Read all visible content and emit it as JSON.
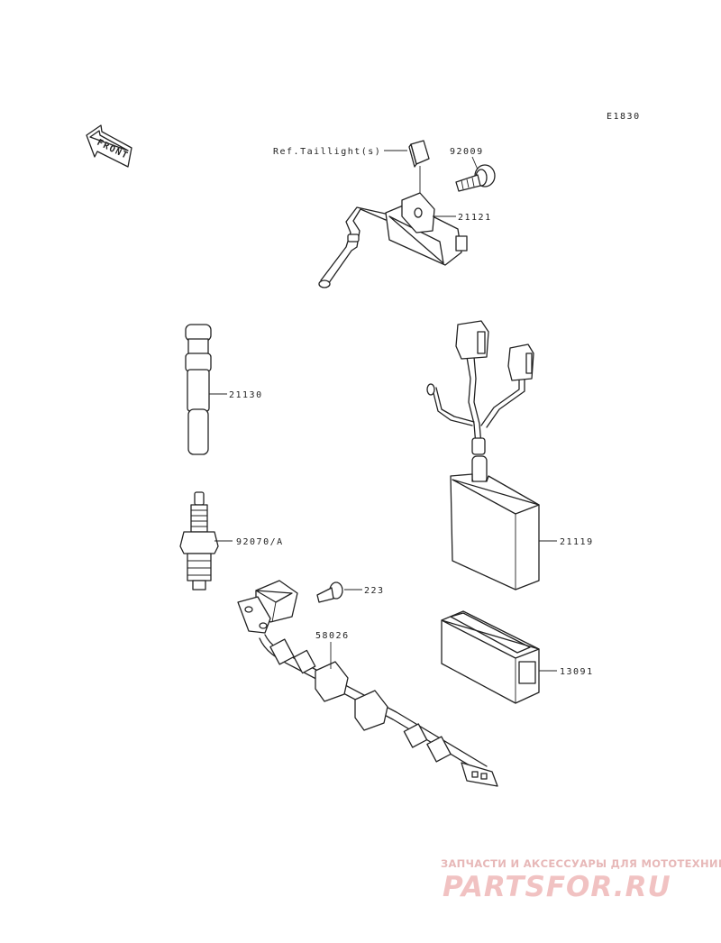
{
  "diagram": {
    "code": "E1830",
    "front_label": "FRONT",
    "ref_label": "Ref.Taillight(s)",
    "parts": [
      {
        "number": "92009"
      },
      {
        "number": "21121"
      },
      {
        "number": "21130"
      },
      {
        "number": "92070/A"
      },
      {
        "number": "223"
      },
      {
        "number": "58026"
      },
      {
        "number": "21119"
      },
      {
        "number": "13091"
      }
    ]
  },
  "watermark": {
    "tagline": "ЗАПЧАСТИ И АКСЕССУАРЫ ДЛЯ МОТОТЕХНИКИ",
    "logo": "PARTSFOR.RU"
  }
}
